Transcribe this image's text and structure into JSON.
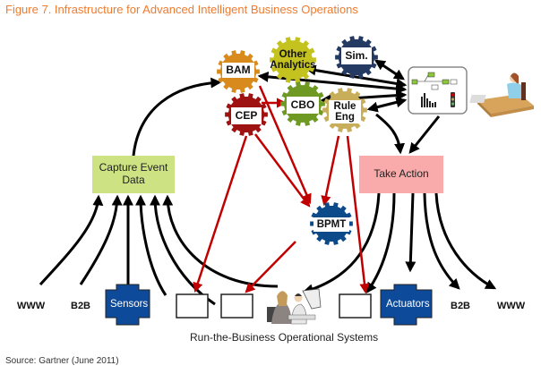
{
  "title": "Figure 7. Infrastructure for Advanced Intelligent Business Operations",
  "gears": {
    "bam": {
      "label": "BAM",
      "color": "#d88a1c"
    },
    "other": {
      "label_line1": "Other",
      "label_line2": "Analytics",
      "color": "#c3c21f"
    },
    "sim": {
      "label": "Sim.",
      "color": "#243a63"
    },
    "cep": {
      "label": "CEP",
      "color": "#9f1212"
    },
    "cbo": {
      "label": "CBO",
      "color": "#6e9a24"
    },
    "rule": {
      "label_line1": "Rule",
      "label_line2": "Eng",
      "color": "#c8ae5b"
    },
    "bpmt": {
      "label": "BPMT",
      "color": "#0d4a8a"
    }
  },
  "boxes": {
    "capture": {
      "line1": "Capture Event",
      "line2": "Data",
      "color": "#cce283"
    },
    "take_action": {
      "label": "Take Action",
      "color": "#f9aaaa"
    }
  },
  "sources_left": {
    "www": "WWW",
    "b2b": "B2B",
    "sensors": "Sensors"
  },
  "targets_right": {
    "actuators": "Actuators",
    "b2b": "B2B",
    "www": "WWW"
  },
  "systems_label": "Run-the-Business Operational Systems",
  "footer": "Source: Gartner (June 2011)",
  "colors": {
    "arrow_black": "#000000",
    "arrow_red": "#c00000",
    "title": "#ee7b30",
    "cross_blue": "#0d4a9a"
  }
}
